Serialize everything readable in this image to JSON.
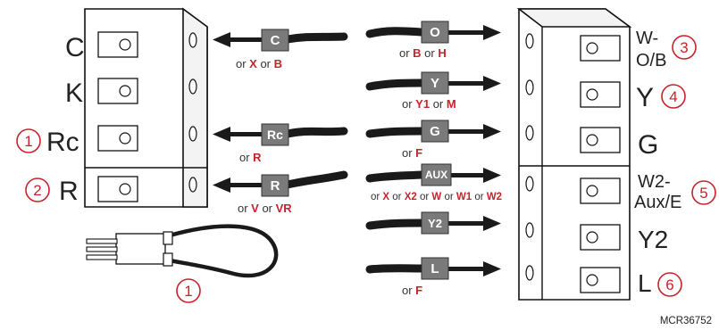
{
  "left_block": {
    "terminals": [
      {
        "label": "C",
        "badge": ""
      },
      {
        "label": "K",
        "badge": ""
      },
      {
        "label": "Rc",
        "badge": "1"
      },
      {
        "label": "R",
        "badge": "2"
      }
    ]
  },
  "left_wires": [
    {
      "tag": "C",
      "alt": [
        [
          "or ",
          false
        ],
        [
          "X",
          true
        ],
        [
          " or ",
          false
        ],
        [
          "B",
          true
        ]
      ]
    },
    {
      "tag": "Rc",
      "alt": [
        [
          "or ",
          false
        ],
        [
          "R",
          true
        ]
      ]
    },
    {
      "tag": "R",
      "alt": [
        [
          "or ",
          false
        ],
        [
          "V",
          true
        ],
        [
          " or ",
          false
        ],
        [
          "VR",
          true
        ]
      ]
    }
  ],
  "right_wires": [
    {
      "tag": "O",
      "alt": [
        [
          "or ",
          false
        ],
        [
          "B",
          true
        ],
        [
          " or ",
          false
        ],
        [
          "H",
          true
        ]
      ]
    },
    {
      "tag": "Y",
      "alt": [
        [
          "or ",
          false
        ],
        [
          "Y1",
          true
        ],
        [
          " or ",
          false
        ],
        [
          "M",
          true
        ]
      ]
    },
    {
      "tag": "G",
      "alt": [
        [
          "or ",
          false
        ],
        [
          "F",
          true
        ]
      ]
    },
    {
      "tag": "AUX",
      "alt": [
        [
          "or ",
          false
        ],
        [
          "X",
          true
        ],
        [
          " or ",
          false
        ],
        [
          "X2",
          true
        ],
        [
          " or ",
          false
        ],
        [
          "W",
          true
        ],
        [
          " or ",
          false
        ],
        [
          "W1",
          true
        ],
        [
          " or ",
          false
        ],
        [
          "W2",
          true
        ]
      ]
    },
    {
      "tag": "Y2",
      "alt": []
    },
    {
      "tag": "L",
      "alt": [
        [
          "or ",
          false
        ],
        [
          "F",
          true
        ]
      ]
    }
  ],
  "right_block": {
    "terminals": [
      {
        "label": [
          "W-",
          "O/B"
        ],
        "badge": "3"
      },
      {
        "label": [
          "Y"
        ],
        "badge": "4"
      },
      {
        "label": [
          "G"
        ],
        "badge": ""
      },
      {
        "label": [
          "W2-",
          "Aux/E"
        ],
        "badge": "5"
      },
      {
        "label": [
          "Y2"
        ],
        "badge": ""
      },
      {
        "label": [
          "L"
        ],
        "badge": "6"
      }
    ]
  },
  "jumper": {
    "badge": "1"
  },
  "part_number": "MCR36752",
  "colors": {
    "accent_red": "#c8232c",
    "tag_gray": "#7a7a7a",
    "wire": "#1a1a1a"
  }
}
